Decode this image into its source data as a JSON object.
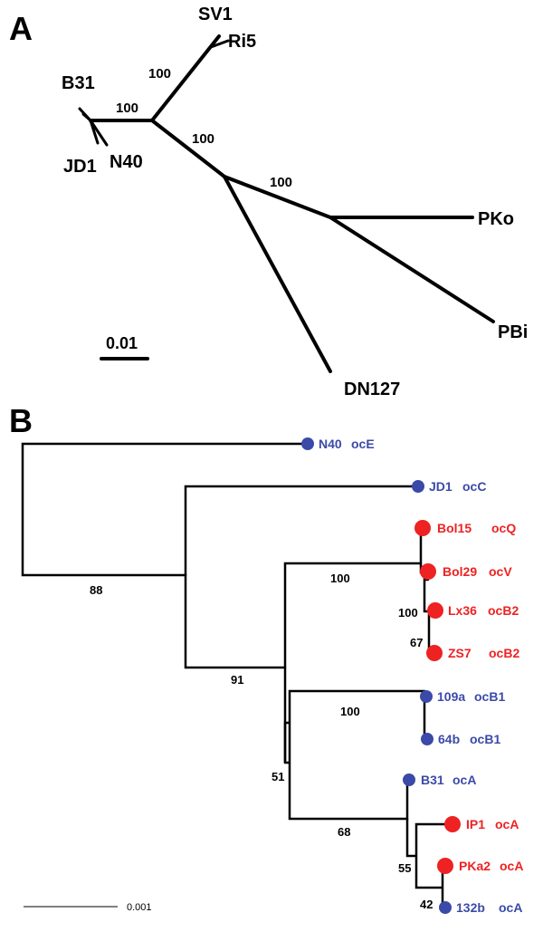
{
  "figure": {
    "panel_a": {
      "letter": "A",
      "taxa": {
        "sv1": "SV1",
        "ri5": "Ri5",
        "b31": "B31",
        "jd1": "JD1",
        "n40": "N40",
        "pko": "PKo",
        "pbi": "PBi",
        "dn127": "DN127"
      },
      "bootstrap": {
        "ri5_clade": "100",
        "b31_clade": "100",
        "inner_root": "100",
        "pko_pbi_clade": "100"
      },
      "scale_bar_label": "0.01"
    },
    "panel_b": {
      "letter": "B",
      "tips": [
        {
          "id": "n40",
          "strain": "N40",
          "ospc": "ocE",
          "color": "#3b4aa8"
        },
        {
          "id": "jd1",
          "strain": "JD1",
          "ospc": "ocC",
          "color": "#3b4aa8"
        },
        {
          "id": "bol15",
          "strain": "Bol15",
          "ospc": "ocQ",
          "color": "#ee2222"
        },
        {
          "id": "bol29",
          "strain": "Bol29",
          "ospc": "ocV",
          "color": "#ee2222"
        },
        {
          "id": "lx36",
          "strain": "Lx36",
          "ospc": "ocB2",
          "color": "#ee2222"
        },
        {
          "id": "zs7",
          "strain": "ZS7",
          "ospc": "ocB2",
          "color": "#ee2222"
        },
        {
          "id": "109a",
          "strain": "109a",
          "ospc": "ocB1",
          "color": "#3b4aa8"
        },
        {
          "id": "64b",
          "strain": "64b",
          "ospc": "ocB1",
          "color": "#3b4aa8"
        },
        {
          "id": "b31",
          "strain": "B31",
          "ospc": "ocA",
          "color": "#3b4aa8"
        },
        {
          "id": "ip1",
          "strain": "IP1",
          "ospc": "ocA",
          "color": "#ee2222"
        },
        {
          "id": "pka2",
          "strain": "PKa2",
          "ospc": "ocA",
          "color": "#ee2222"
        },
        {
          "id": "132b",
          "strain": "132b",
          "ospc": "ocA",
          "color": "#3b4aa8"
        }
      ],
      "bootstrap": {
        "root": "88",
        "jd1_split": "91",
        "red_clade": "100",
        "lx36_zs7_group": "100",
        "lx36_zs7": "67",
        "b1_clade": "100",
        "internal_51": "51",
        "oca_clade": "68",
        "ip1_split": "55",
        "pka2_132b": "42"
      },
      "scale_bar_label": "0.001"
    }
  }
}
